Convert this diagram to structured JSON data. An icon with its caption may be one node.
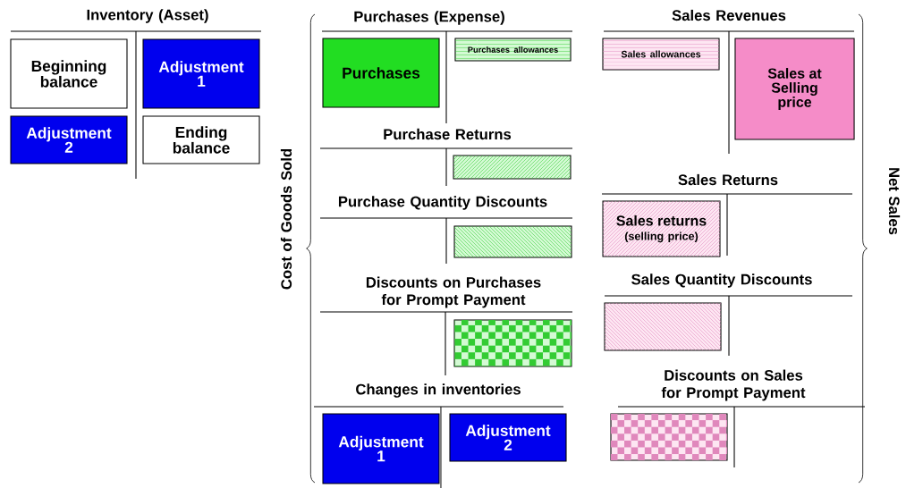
{
  "diagram": {
    "nodes": [
      {
        "text": [
          "Beginning balance"
        ]
      },
      {
        "text": [
          "Adjustment 1"
        ]
      },
      {
        "text": [
          "Adjustment 2"
        ]
      },
      {
        "text": [
          "Ending balance"
        ]
      },
      {
        "text": [
          "Purchases"
        ]
      },
      {
        "text": [
          "Purchases allowances"
        ]
      },
      {
        "text": [],
        "shape": "box"
      },
      {
        "text": [],
        "shape": "box"
      },
      {
        "text": [],
        "shape": "box"
      },
      {
        "text": [
          "Adjustment 1"
        ]
      },
      {
        "text": [
          "Adjustment 2"
        ]
      },
      {
        "text": [
          "Sales allowances"
        ]
      },
      {
        "text": [
          "Sales at Selling price"
        ]
      },
      {
        "text": [
          "Sales returns",
          "(selling price)"
        ]
      },
      {
        "text": [],
        "shape": "box"
      },
      {
        "text": [],
        "shape": "box"
      }
    ],
    "labels": [
      "Inventory (Asset)",
      "Purchases (Expense)",
      "Sales Revenues",
      "Purchase Returns",
      "Sales Returns",
      "Cost of Goods Sold",
      "Net Sales",
      "Purchase Quantity Discounts",
      "Sales Quantity Discounts",
      "Discounts on Purchases for Prompt Payment",
      "Discounts on Sales for Prompt Payment",
      "Changes in inventories"
    ]
  }
}
